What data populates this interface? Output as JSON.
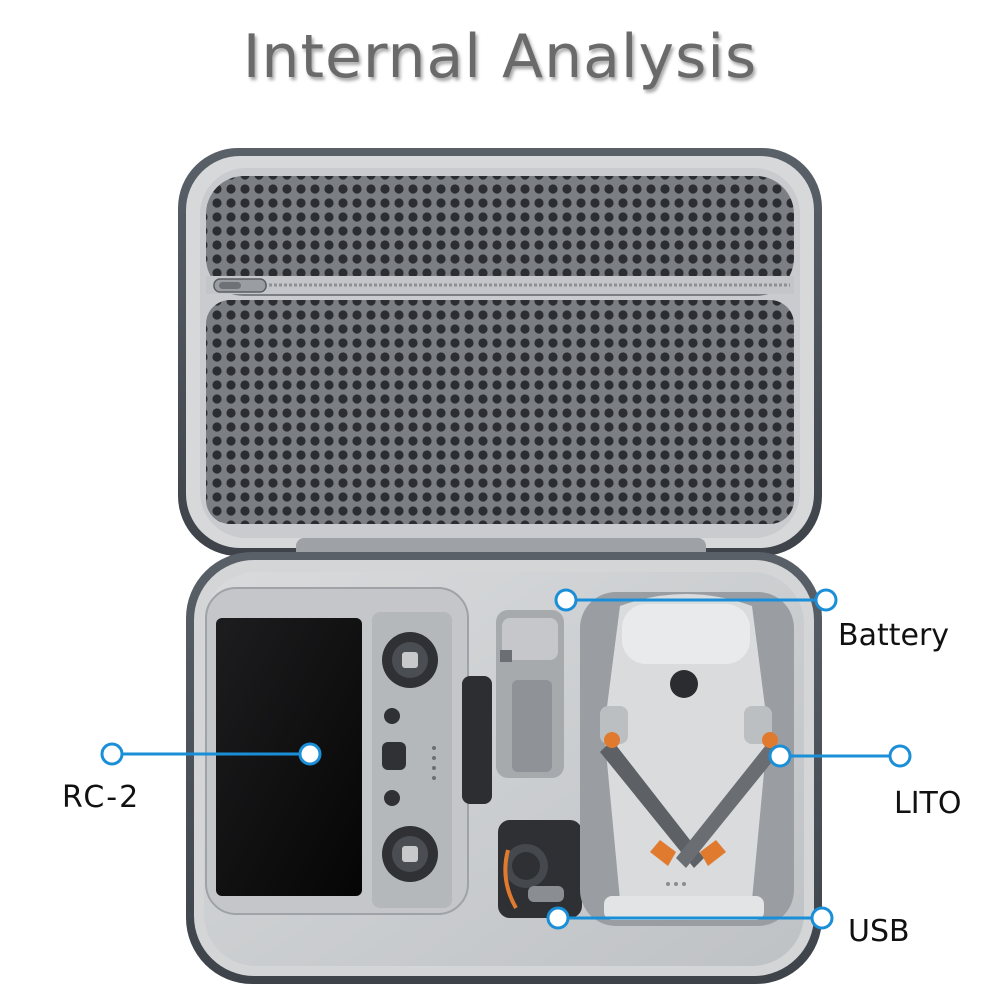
{
  "title": "Internal Analysis",
  "labels": {
    "battery": "Battery",
    "rc": "RC-2",
    "drone": "LITO",
    "usb": "USB"
  },
  "colors": {
    "callout": "#1a8fd8",
    "case_shell": "#4a4f57",
    "lining": "#cfd1d3",
    "mesh": "#7c7f84"
  }
}
